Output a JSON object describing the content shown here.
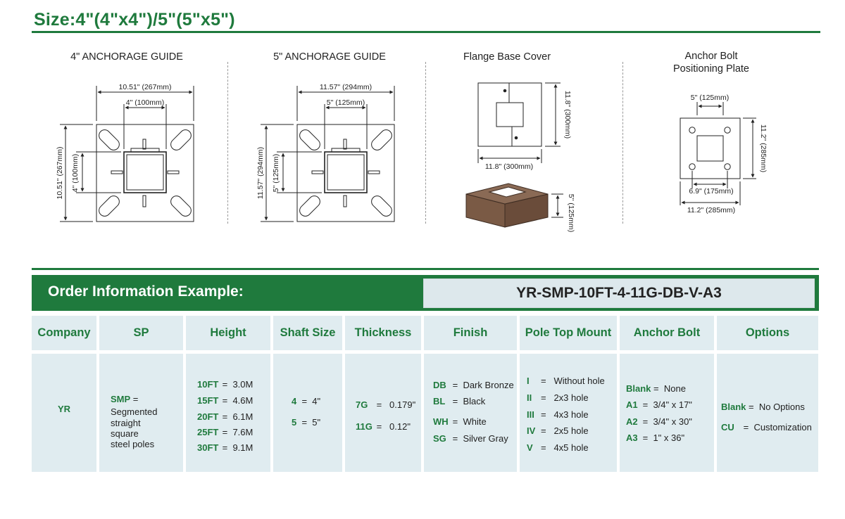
{
  "title": "Size:4\"(4\"x4\")/5\"(5\"x5\")",
  "guides": {
    "g4": {
      "label": "4\" ANCHORAGE GUIDE",
      "outer_width": "10.51\" (267mm)",
      "inner_width": "4\" (100mm)",
      "outer_height": "10.51\" (267mm)",
      "inner_height": "4\" (100mm)"
    },
    "g5": {
      "label": "5\" ANCHORAGE GUIDE",
      "outer_width": "11.57\" (294mm)",
      "inner_width": "5\" (125mm)",
      "outer_height": "11.57\" (294mm)",
      "inner_height": "5\" (125mm)"
    },
    "flange": {
      "label": "Flange Base Cover",
      "height": "11.8\" (300mm)",
      "width": "11.8\" (300mm)",
      "depth": "5\" (125mm)"
    },
    "anchor": {
      "label_line1": "Anchor Bolt",
      "label_line2": "Positioning Plate",
      "top": "5\" (125mm)",
      "height": "11.2\" (285mm)",
      "bolt_spacing": "6.9\" (175mm)",
      "width": "11.2\" (285mm)"
    }
  },
  "order": {
    "label": "Order Information Example:",
    "code": "YR-SMP-10FT-4-11G-DB-V-A3"
  },
  "table": {
    "headers": [
      "Company",
      "SP",
      "Height",
      "Shaft Size",
      "Thickness",
      "Finish",
      "Pole Top Mount",
      "Anchor Bolt",
      "Options"
    ],
    "company": {
      "value": "YR"
    },
    "sp": {
      "key": "SMP",
      "eq": "=",
      "desc": [
        "Segmented",
        "straight",
        "square",
        "steel poles"
      ]
    },
    "height": [
      {
        "key": "10FT",
        "val": "3.0M"
      },
      {
        "key": "15FT",
        "val": "4.6M"
      },
      {
        "key": "20FT",
        "val": "6.1M"
      },
      {
        "key": "25FT",
        "val": "7.6M"
      },
      {
        "key": "30FT",
        "val": "9.1M"
      }
    ],
    "shaft": [
      {
        "key": "4",
        "val": "4\""
      },
      {
        "key": "5",
        "val": "5\""
      }
    ],
    "thickness": [
      {
        "key": "7G",
        "val": "0.179\""
      },
      {
        "key": "11G",
        "val": "0.12\""
      }
    ],
    "finish": [
      {
        "key": "DB",
        "val": "Dark Bronze"
      },
      {
        "key": "BL",
        "val": "Black"
      },
      {
        "key": "WH",
        "val": "White"
      },
      {
        "key": "SG",
        "val": "Silver Gray"
      }
    ],
    "top_mount": [
      {
        "key": "I",
        "val": "Without hole"
      },
      {
        "key": "II",
        "val": "2x3 hole"
      },
      {
        "key": "III",
        "val": "4x3 hole"
      },
      {
        "key": "IV",
        "val": "2x5 hole"
      },
      {
        "key": "V",
        "val": "4x5 hole"
      }
    ],
    "anchor_bolt": [
      {
        "key": "Blank",
        "val": "None"
      },
      {
        "key": "A1",
        "val": "3/4\" x 17\""
      },
      {
        "key": "A2",
        "val": "3/4\" x 30\""
      },
      {
        "key": "A3",
        "val": "1\" x 36\""
      }
    ],
    "options": [
      {
        "key": "Blank",
        "val": "No Options"
      },
      {
        "key": "CU",
        "val": "Customization"
      }
    ]
  },
  "colors": {
    "brand_green": "#1f7a3d",
    "cell_bg": "#e0ecf0",
    "flange_fill": "#7a5a45"
  }
}
